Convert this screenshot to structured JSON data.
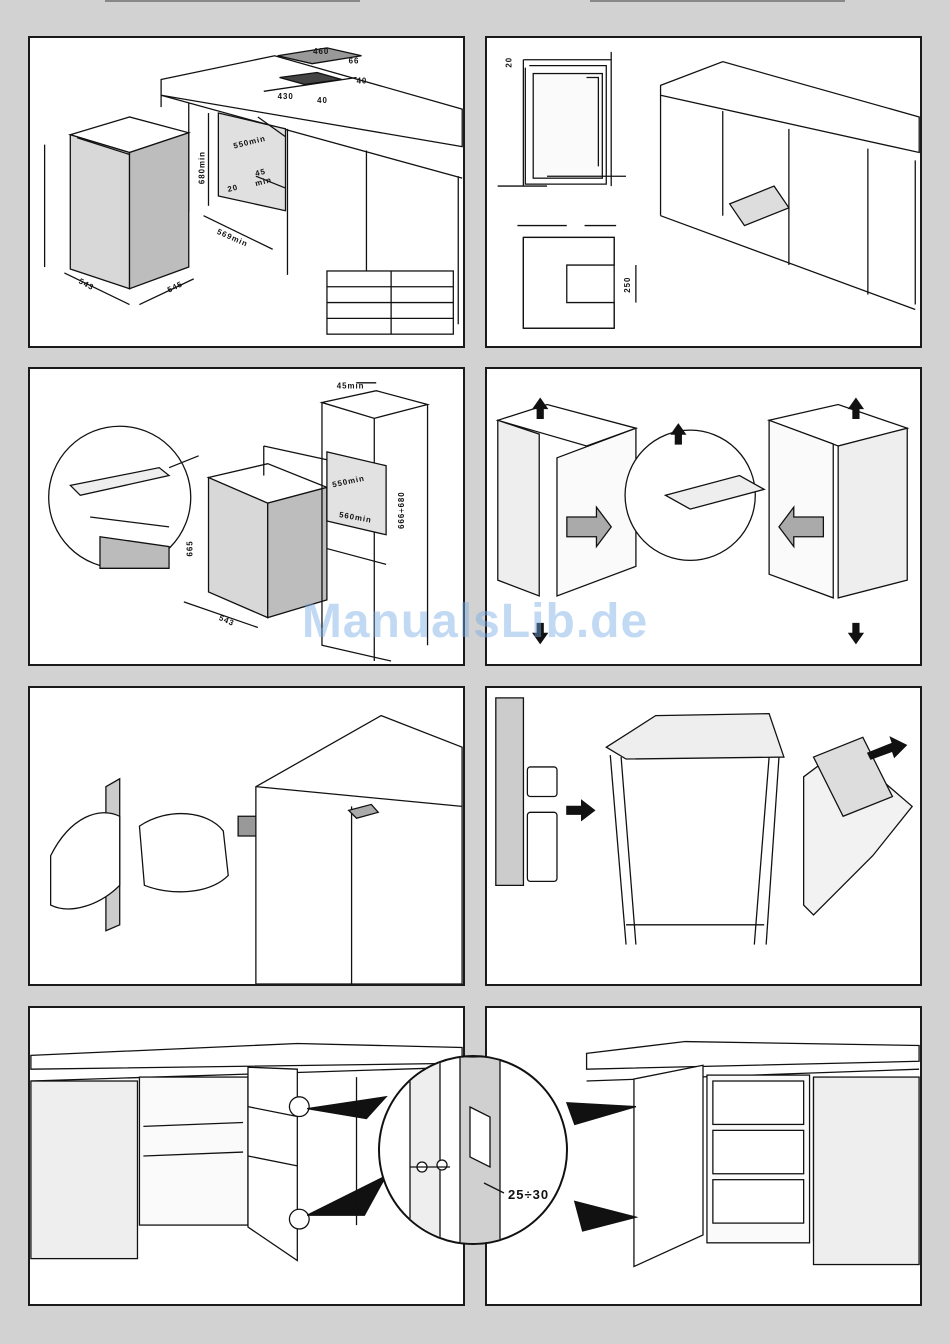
{
  "watermark": "ManualsLib.de",
  "panel1": {
    "dims": {
      "d460": "460",
      "d66": "66",
      "d40a": "40",
      "d430": "430",
      "d40b": "40",
      "d680": "680min",
      "d550": "550min",
      "d20": "20",
      "d45": "45",
      "dmin": "min",
      "d569": "569min",
      "d543": "543",
      "d545": "545"
    }
  },
  "panel2": {
    "dims": {
      "d20": "20",
      "d250": "250"
    }
  },
  "panel3": {
    "dims": {
      "d45": "45min",
      "d550": "550min",
      "d560": "560min",
      "d666": "666÷680",
      "d665": "665",
      "d543": "543"
    }
  },
  "panel8": {
    "dims": {
      "gap": "25÷30"
    }
  }
}
